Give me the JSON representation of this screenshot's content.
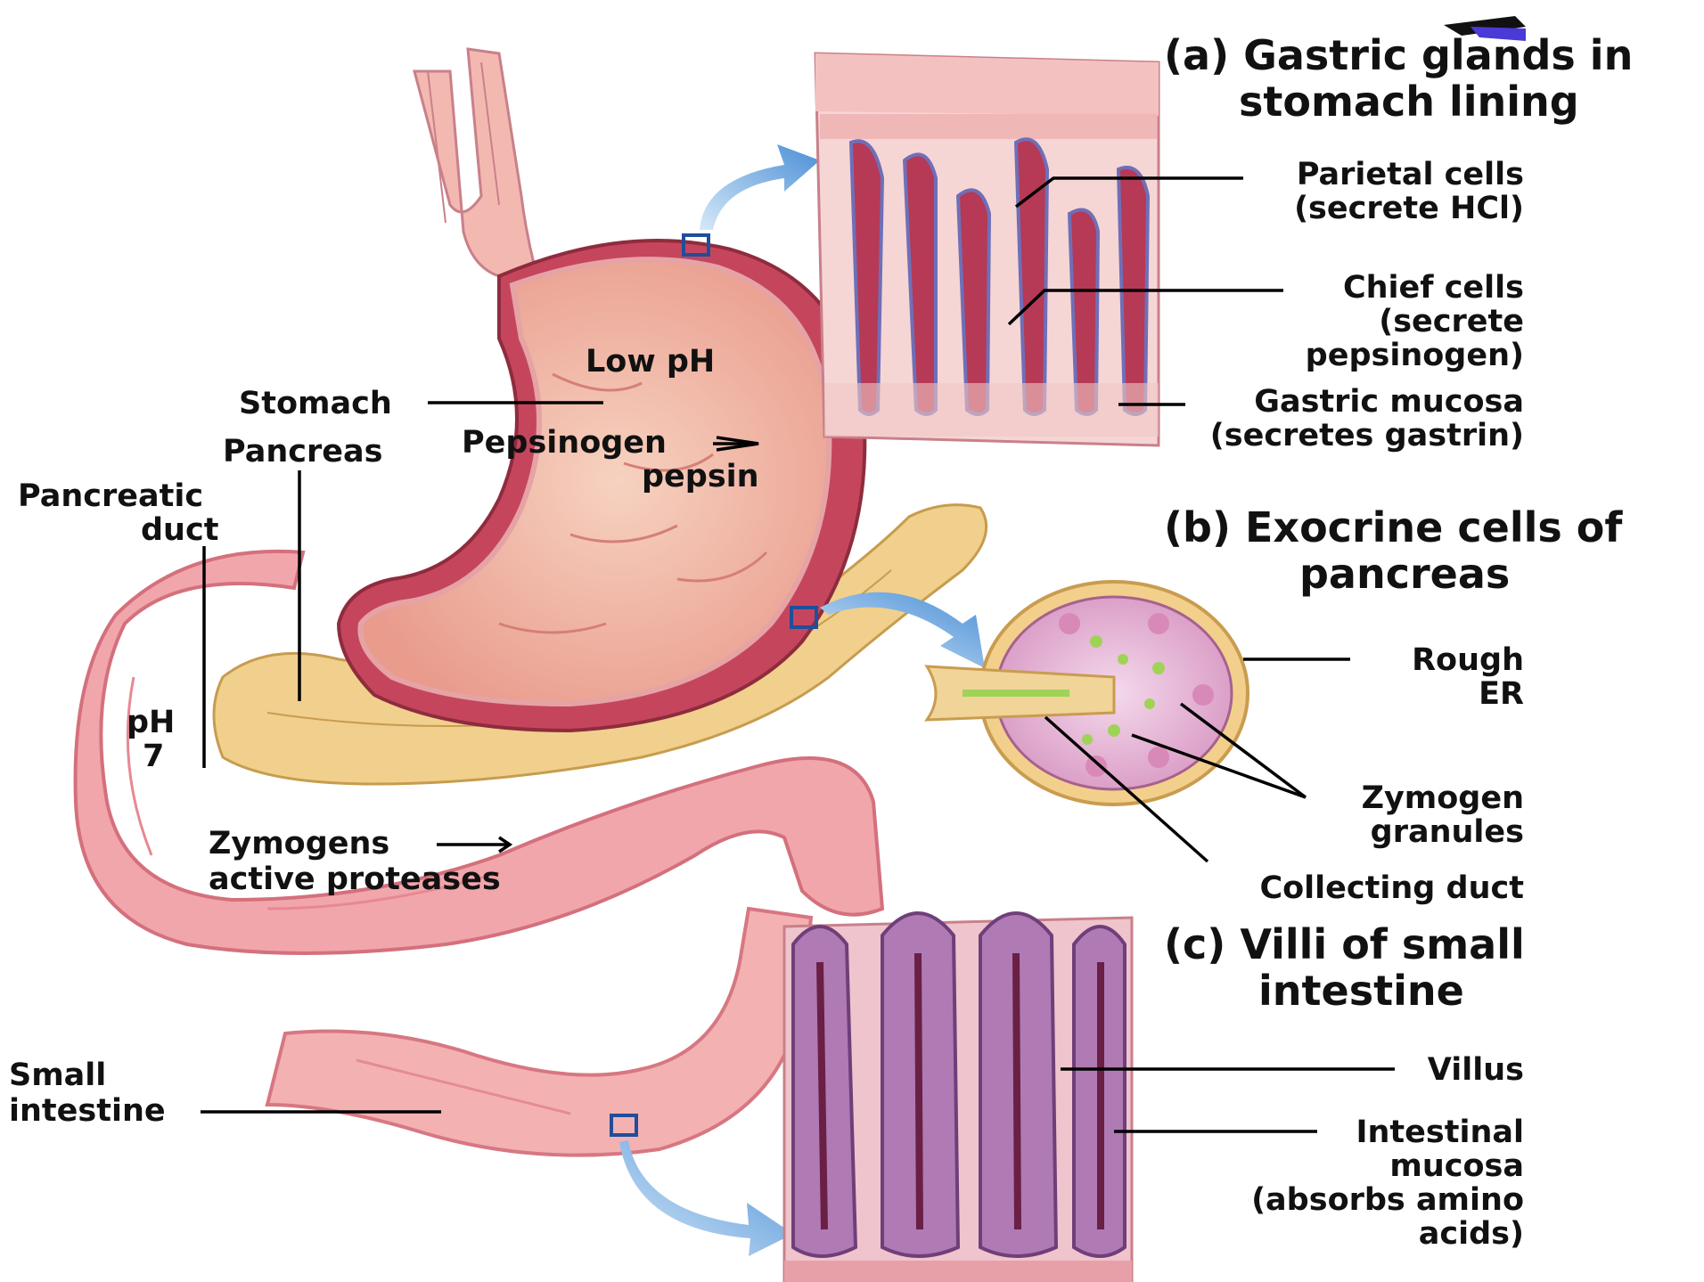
{
  "headings": {
    "a_line1": "(a) Gastric glands in",
    "a_line2": "stomach lining",
    "b_line1": "(b) Exocrine cells of",
    "b_line2": "pancreas",
    "c_line1": "(c) Villi of small",
    "c_line2": "intestine"
  },
  "labels": {
    "parietal_1": "Parietal cells",
    "parietal_2": "(secrete HCl)",
    "chief_1": "Chief cells",
    "chief_2": "(secrete",
    "chief_3": "pepsinogen)",
    "gastric_1": "Gastric mucosa",
    "gastric_2": "(secretes gastrin)",
    "rough_1": "Rough",
    "rough_2": "ER",
    "zymogen_g_1": "Zymogen",
    "zymogen_g_2": "granules",
    "collecting": "Collecting duct",
    "villus": "Villus",
    "intestinal_1": "Intestinal",
    "intestinal_2": "mucosa",
    "intestinal_3": "(absorbs amino",
    "intestinal_4": "acids)",
    "low_ph": "Low pH",
    "stomach": "Stomach",
    "pepsinogen": "Pepsinogen",
    "pepsin": "pepsin",
    "pancreas": "Pancreas",
    "pancreatic_1": "Pancreatic",
    "pancreatic_2": "duct",
    "ph_1": "pH",
    "ph_2": "7",
    "zymogens": "Zymogens",
    "proteases": "active proteases",
    "small_1": "Small",
    "small_2": "intestine"
  },
  "colors": {
    "stomach_outer": "#c8455e",
    "stomach_inner": "#f2b7a4",
    "pancreas": "#efd08f",
    "intestine": "#f0a9ae",
    "arrow_blue": "#5b9bd8",
    "marker_blue": "#1f4e9c"
  }
}
